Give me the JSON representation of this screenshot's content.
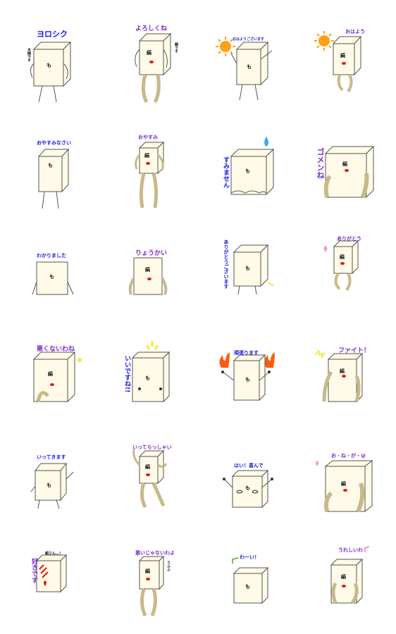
{
  "colors": {
    "box": "#fffbe8",
    "outline": "#555555",
    "skin": "#f3e7c6",
    "blue": "#1a1ae6",
    "purple": "#7a2bd1",
    "red": "#e01818",
    "sun": "#ffa018",
    "moon": "#f6ea3c",
    "heart": "#f49ad6"
  },
  "stickers": [
    {
      "label": "ヨロシク",
      "side": "木綿です",
      "face": "も"
    },
    {
      "label": "よろしくね",
      "side": "絹です",
      "face": "絹"
    },
    {
      "label": "おはようございます",
      "face": "も"
    },
    {
      "label": "おはよう",
      "face": "絹"
    },
    {
      "label": "おやすみなさい",
      "face": "も"
    },
    {
      "label": "おやすみ",
      "face": "絹"
    },
    {
      "label": "すみません",
      "face": "も"
    },
    {
      "label": "ゴメンね",
      "face": "絹"
    },
    {
      "label": "わかりました",
      "face": "も"
    },
    {
      "label": "りょうかい",
      "face": "絹"
    },
    {
      "label": "ありがとうございます",
      "face": "も"
    },
    {
      "label": "ありがとう",
      "face": "絹"
    },
    {
      "label": "悪くないわね",
      "face": "絹"
    },
    {
      "label": "いいですね!!",
      "face": "も"
    },
    {
      "label": "頑張ります",
      "face": "も"
    },
    {
      "label": "ファイト！",
      "face": "絹"
    },
    {
      "label": "いってきます",
      "face": "も"
    },
    {
      "label": "いってらっしゃい",
      "face": "絹"
    },
    {
      "label": "はい！喜んで",
      "face": "も"
    },
    {
      "label": "お・ね・が・い",
      "face": "絹"
    },
    {
      "label": "好きです",
      "side": "絹さん…！",
      "face": ""
    },
    {
      "label": "悪いじゃないわよ",
      "side": "うふふ",
      "face": "絹"
    },
    {
      "label": "わーい！",
      "face": "も"
    },
    {
      "label": "うれしいわ",
      "face": "絹"
    }
  ]
}
